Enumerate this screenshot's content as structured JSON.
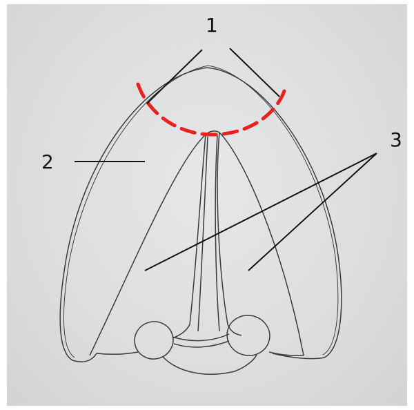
{
  "diagram": {
    "labels": [
      {
        "id": "label-1",
        "text": "1"
      },
      {
        "id": "label-2",
        "text": "2"
      },
      {
        "id": "label-3",
        "text": "3"
      }
    ],
    "colors": {
      "outline": "#3a3a3a",
      "leader": "#111111",
      "highlight": "#e8211d",
      "paper": "#dcdddf"
    }
  }
}
